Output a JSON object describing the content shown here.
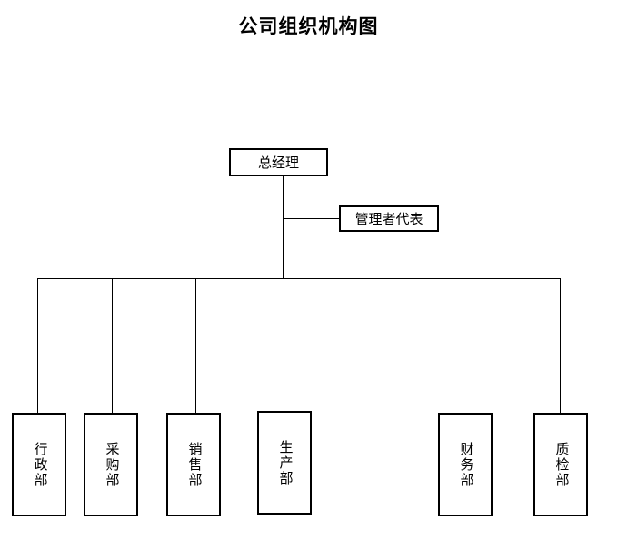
{
  "title": "公司组织机构图",
  "org": {
    "root": {
      "label": "总经理"
    },
    "staff": {
      "label": "管理者代表"
    },
    "departments": [
      {
        "label": "行政部"
      },
      {
        "label": "采购部"
      },
      {
        "label": "销售部"
      },
      {
        "label": "生产部"
      },
      {
        "label": "财务部"
      },
      {
        "label": "质检部"
      }
    ]
  },
  "colors": {
    "background": "#ffffff",
    "line": "#000000",
    "text": "#000000"
  }
}
